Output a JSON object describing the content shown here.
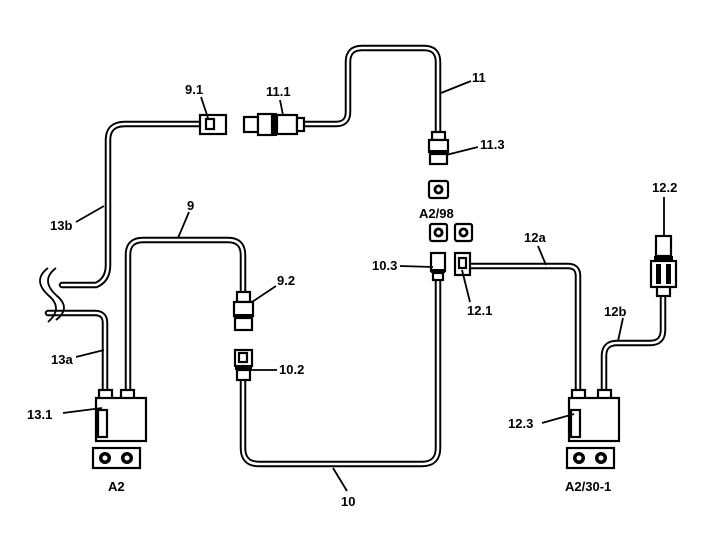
{
  "labels": {
    "l91": "9.1",
    "l111": "11.1",
    "l11": "11",
    "l113": "11.3",
    "la298": "A2/98",
    "l122": "12.2",
    "l13b": "13b",
    "l9": "9",
    "l12a": "12a",
    "l103": "10.3",
    "l92": "9.2",
    "l121": "12.1",
    "l12b": "12b",
    "l13a": "13a",
    "l102": "10.2",
    "l131": "13.1",
    "l123": "12.3",
    "la2": "A2",
    "la2301": "A2/30-1",
    "l10": "10"
  }
}
